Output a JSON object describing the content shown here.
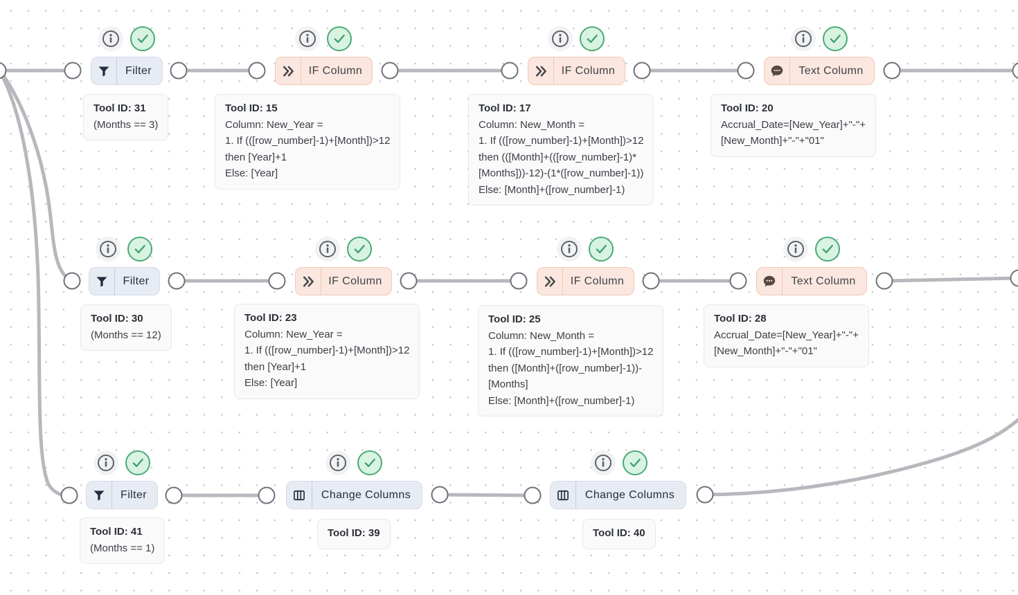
{
  "canvas": {
    "background": "#ffffff",
    "dot_color": "#c6c9cf",
    "edge_color": "#b6b8bd",
    "port_border": "#6e7279",
    "node_blue_bg": "#e7ebf3",
    "node_pink_bg": "#fbe7df",
    "check_green": "#4ba974",
    "info_gray": "#5d6067"
  },
  "icons": {
    "filter": "filter-funnel-icon",
    "if_column": "double-chevron-icon",
    "text_column": "speech-bubble-icon",
    "change_columns": "columns-icon",
    "status_info": "info-icon",
    "status_ok": "check-icon"
  },
  "nodes": [
    {
      "label": "Filter",
      "tooltip_title": "Tool ID: 31",
      "tooltip_body": "(Months == 3)"
    },
    {
      "label": "IF Column",
      "tooltip_title": "Tool ID: 15",
      "tooltip_body": "Column: New_Year =\n1. If (([row_number]-1)+[Month])>12\nthen [Year]+1\nElse: [Year]"
    },
    {
      "label": "IF Column",
      "tooltip_title": "Tool ID: 17",
      "tooltip_body": "Column: New_Month =\n1. If (([row_number]-1)+[Month])>12\nthen (([Month]+(([row_number]-1)*\n[Months]))-12)-(1*([row_number]-1))\nElse: [Month]+([row_number]-1)"
    },
    {
      "label": "Text Column",
      "tooltip_title": "Tool ID: 20",
      "tooltip_body": "Accrual_Date=[New_Year]+\"-\"+\n[New_Month]+\"-\"+\"01\""
    },
    {
      "label": "Filter",
      "tooltip_title": "Tool ID: 30",
      "tooltip_body": "(Months == 12)"
    },
    {
      "label": "IF Column",
      "tooltip_title": "Tool ID: 23",
      "tooltip_body": "Column: New_Year =\n1. If (([row_number]-1)+[Month])>12\nthen [Year]+1\nElse: [Year]"
    },
    {
      "label": "IF Column",
      "tooltip_title": "Tool ID: 25",
      "tooltip_body": "Column: New_Month =\n1. If (([row_number]-1)+[Month])>12\nthen ([Month]+([row_number]-1))-\n[Months]\nElse: [Month]+([row_number]-1)"
    },
    {
      "label": "Text Column",
      "tooltip_title": "Tool ID: 28",
      "tooltip_body": "Accrual_Date=[New_Year]+\"-\"+\n[New_Month]+\"-\"+\"01\""
    },
    {
      "label": "Filter",
      "tooltip_title": "Tool ID: 41",
      "tooltip_body": "(Months == 1)"
    },
    {
      "label": "Change Columns",
      "tooltip_title": "Tool ID: 39"
    },
    {
      "label": "Change Columns",
      "tooltip_title": "Tool ID: 40"
    }
  ]
}
